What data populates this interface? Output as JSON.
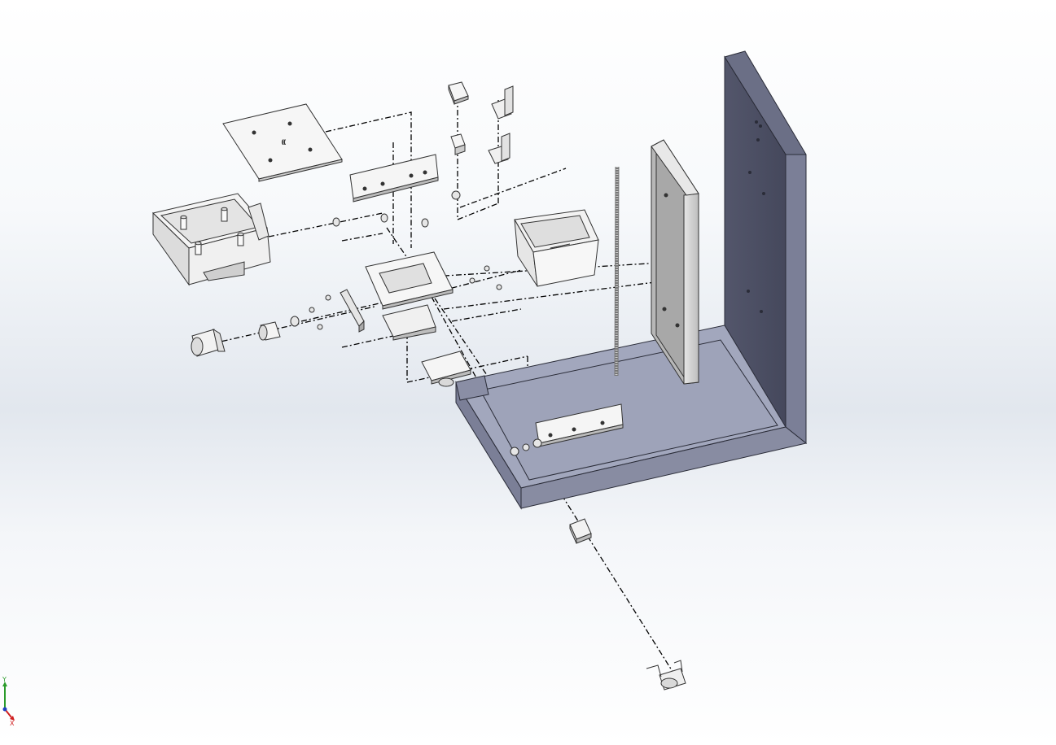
{
  "viewport": {
    "background": "gradient",
    "part_fill": "#f4f4f4",
    "part_edge": "#333333",
    "base_top": "#a2a7bd",
    "base_side": "#7b7f97",
    "base_dark": "#4d5064",
    "explode_line": "#000000"
  },
  "triad": {
    "y_label": "Y",
    "x_label": "X",
    "y_color": "#2a9b2a",
    "x_color": "#d02020",
    "z_color": "#2040c0"
  }
}
